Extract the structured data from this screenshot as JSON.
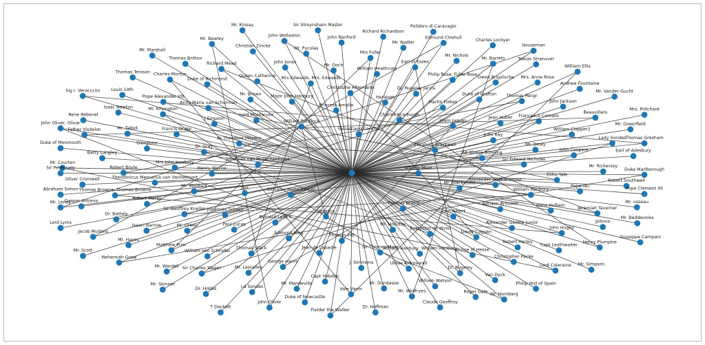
{
  "graph": {
    "type": "network",
    "node_color": "#1f77b4",
    "edge_color": "#2b2b2b",
    "hub": "",
    "nodes": [
      "Antony More",
      "Giovanni Maria Lancisi",
      "Sebastiano Concha",
      "Thomas Brand",
      "Johannes van Musschenbroek",
      "Elizabeth Blackwell",
      "Vesalius",
      "William Bentinck",
      "Mr. Blackstone",
      "Jius",
      "Charles Scarburgh",
      "Mr. Holliday",
      "Sr Theodore Mayern",
      "AB Blosse Boteling",
      "Bernard Lens II",
      "Princess Amalia",
      "John Albert",
      "Henry Wyche",
      "Hiam Jaques",
      "Thomas Pitt",
      "Lord Montacute",
      "Alexander Geekie senior",
      "Johannes Schorn",
      "Herange",
      "Eustachio de divisi",
      "Dr. Gray",
      "John Ray",
      "Edmond King",
      "Major John Hanbury",
      "Adriaen Brouwer",
      "Mr. Walduck",
      "Martin Folkes",
      "Sir Thomas More",
      "J Empson",
      "Sir Edward Nicholas",
      "Paul Lucas",
      "Christophe Albemarle",
      "David Coggan",
      "Mrs John Hanbury",
      "Jean Huber",
      "Jean de Labadie",
      "Mr. Brown",
      "William Hanbury",
      "Sir Geoffrey Kneller",
      "Dr. Rugeley Jarvis",
      "William Hanbury, William Hanbury",
      "Francis Drake",
      "Mr. Dealy",
      "Thomas Stack",
      "Mrs Edwards, Mrs. Edwards",
      "Alexander Geekie junior",
      "Theodoricus Mercurius van Vanhelmont",
      "Duke of Grafton",
      "J. Simmons",
      "Anna Maria van Schurman",
      "Elihu Yale",
      "Mr. Green",
      "William Heathcote",
      "Prince of Hesse",
      "Giorgione",
      "Francesco Cornaro",
      "George Harris",
      "Queen Catherine",
      "Hans Holbein",
      "Robert Moray",
      "Philip Rose, Fulke-Rose",
      "Ulisse Aldrovandi",
      "Mr. Kilvington",
      "John Coopere",
      "William von Schroder",
      "Mr. Ooch",
      "Robert Harley",
      "Robert Boyle",
      "Thomas Pengr",
      "Capt Hebden",
      "Duke of Richmond",
      "Papenau",
      "Isaaci Barrow",
      "Earl of Essex",
      "Dr. Rugeley",
      "Mr. Talbot",
      "William Clapper2",
      "Mr. Lascelles",
      "John Jones",
      "John Hughs",
      "Thomas Browne, Thomas Browne",
      "Owen Brigstocke",
      "Mr. Dundasse",
      "Pope Alexander VIII",
      "Mr. Rickersey",
      "Matthew Prior",
      "Mrs Fuller",
      "Christopher Packe",
      "Batty Langley",
      "John Jackson",
      "Mr. Mandeville",
      "Richard Mead",
      "Jeremiah Taverner",
      "Dr. Battely",
      "Mr. Nichols",
      "William Watson",
      "Isaac Newton",
      "Lady Sondes",
      "Sir Charles Wager",
      "Mr. Pycolas",
      "Capt Leathwaiter",
      "Oliver Cromwell",
      "Mrs. Anne Rose",
      "Vale Vacor",
      "Charles Morton",
      "Robert Southwell",
      "Mr. Hayes",
      "Mr. Nadler",
      "Van Dyck",
      "Father Visdelon",
      "Beauvillers",
      "Ld Sondes",
      "Christian Zincke",
      "Johnno",
      "Gaspar Antonio",
      "Mr. Barrets",
      "Mr. Wollfryes",
      "Louis 14th",
      "Earl of Ailesbury",
      "Mr. Wardell",
      "John Banford",
      "Lord Coleraine",
      "Mr. Courten",
      "Andrew Fountaine",
      "Duke of Newcastle",
      "Thomas Britton",
      "Mr. usseau",
      "Jacob Mulders",
      "Edmund Chishull",
      "Roger Gale",
      "Rene Rebenel",
      "Mr. Greenfield",
      "Dr. Hobbs",
      "John Wollaston",
      "Henry Plumptre",
      "Abraham Simon",
      "Tobias Stranover",
      "Dr. Hoffman",
      "Thomas Tenison",
      "Duke Marlborough",
      "Nehemiah Grew",
      "Richard Richardson",
      "Philip IInd of Spain",
      "Duke of Monmouth",
      "Mr. Vander Gucht",
      "John Oliver",
      "Mr. Bewley",
      "Mr. Beddevoles",
      "Lord Lyms",
      "Charles Lockyer",
      "Claude Geoffroy",
      "Sig r. Veracccini",
      "Thomas Gresham",
      "Mr. Skinner",
      "Sir Streynsham Master",
      "Mr. Simpson",
      "Sir Peter Lely",
      "William Ellis",
      "Fielder the Walker",
      "Mr. Marshall",
      "Pope Clement XII",
      "Mr. Scott",
      "Polidoro di Caravagio",
      "Mr. Homberg",
      "John Oliver, Olivar",
      "Mrs. Pritchard",
      "T Dackett",
      "Mr. Kinsay",
      "Giuseppe Campani",
      "Mr. Lenoy",
      "Houseman"
    ]
  }
}
